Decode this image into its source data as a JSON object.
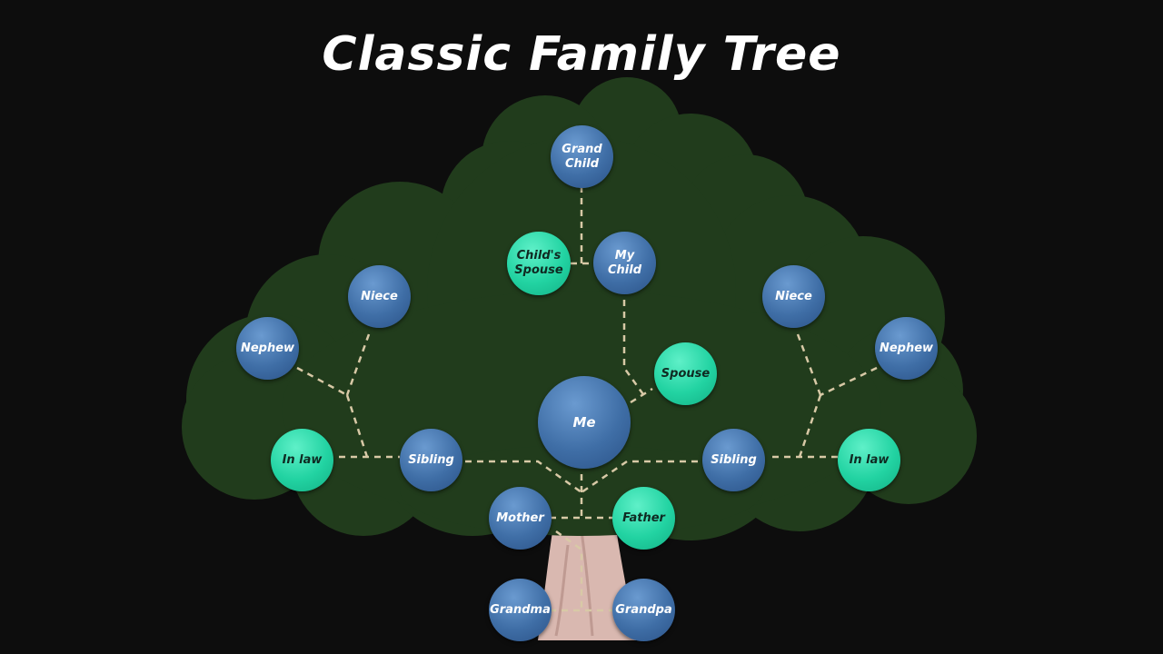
{
  "title": "Classic Family Tree",
  "colors": {
    "background": "#0d0d0d",
    "foliage": "#213c1c",
    "trunk": "#d9b8b0",
    "blue_node": "#3f6ea6",
    "teal_node": "#22d3a2",
    "connector": "#d8c9a6"
  },
  "nodes": {
    "grand_child": "Grand\nChild",
    "childs_spouse": "Child's\nSpouse",
    "my_child": "My Child",
    "niece_left": "Niece",
    "nephew_left": "Nephew",
    "niece_right": "Niece",
    "nephew_right": "Nephew",
    "spouse": "Spouse",
    "me": "Me",
    "in_law_left": "In law",
    "sibling_left": "Sibling",
    "sibling_right": "Sibling",
    "in_law_right": "In law",
    "mother": "Mother",
    "father": "Father",
    "grandma": "Grandma",
    "grandpa": "Grandpa"
  }
}
